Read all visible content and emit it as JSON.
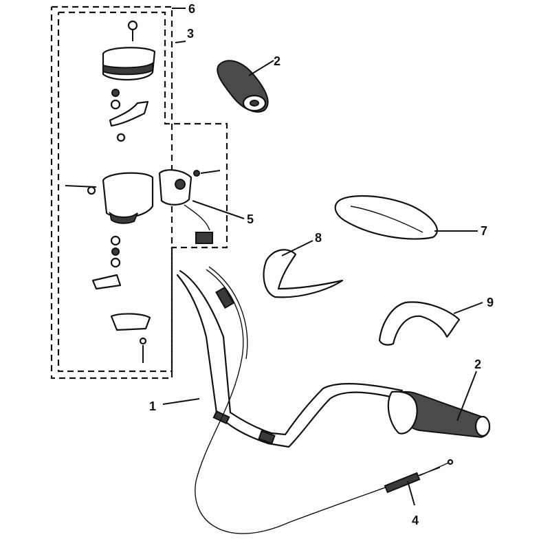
{
  "callouts": {
    "c1": "1",
    "c2_top": "2",
    "c2_bottom": "2",
    "c3": "3",
    "c4": "4",
    "c5": "5",
    "c6": "6",
    "c7": "7",
    "c8": "8",
    "c9": "9"
  },
  "colors": {
    "line": "#111111",
    "fill_dark": "#3a3a3a",
    "background": "#ffffff"
  }
}
